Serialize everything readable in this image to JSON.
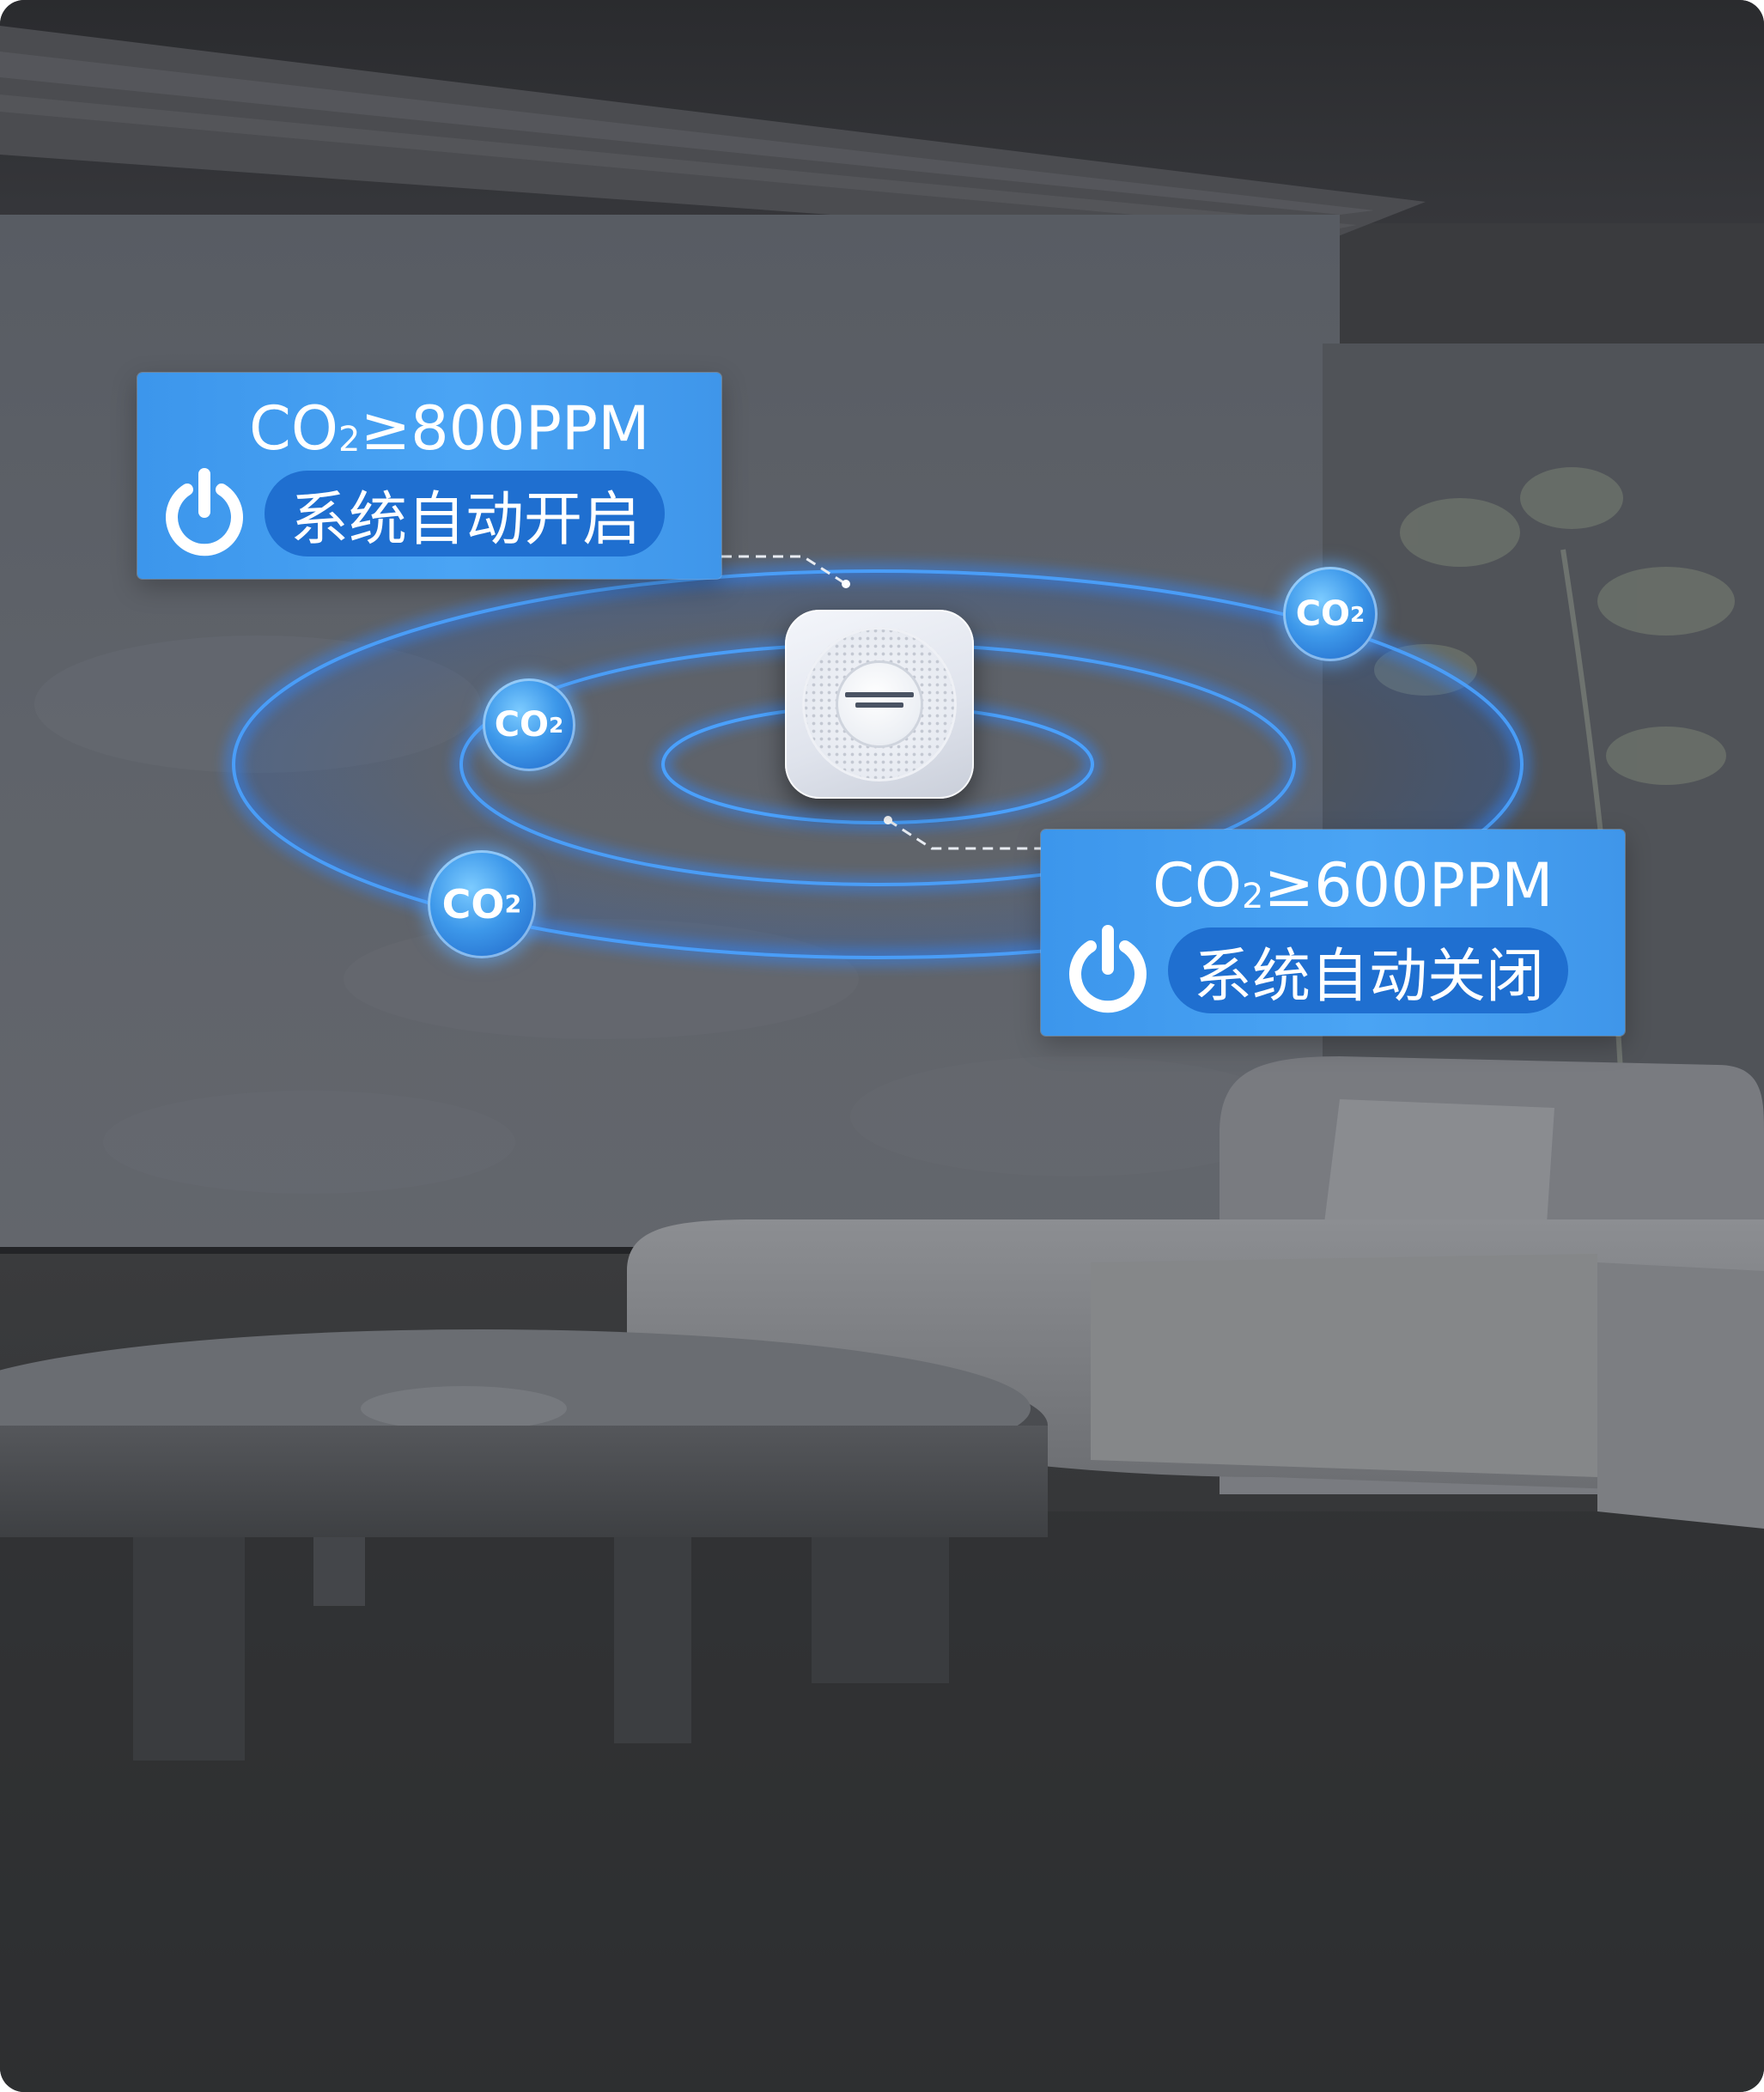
{
  "card_on": {
    "threshold_main": "CO",
    "threshold_sub": "2",
    "threshold_rest": "≥800PPM",
    "label": "系统自动开启"
  },
  "card_off": {
    "threshold_main": "CO",
    "threshold_sub": "2",
    "threshold_rest": "≥600PPM",
    "label": "系统自动关闭"
  },
  "bubbles": [
    {
      "main": "CO",
      "sub": "2"
    },
    {
      "main": "CO",
      "sub": "2"
    },
    {
      "main": "CO",
      "sub": "2"
    }
  ],
  "icons": {
    "card_icon": "power-icon",
    "device": "co2-sensor"
  },
  "colors": {
    "card_blue": "#3c96ec",
    "pill_blue": "#1f6fd0",
    "ring_glow": "#2f86ff",
    "room_dark": "#3a3b3e"
  }
}
